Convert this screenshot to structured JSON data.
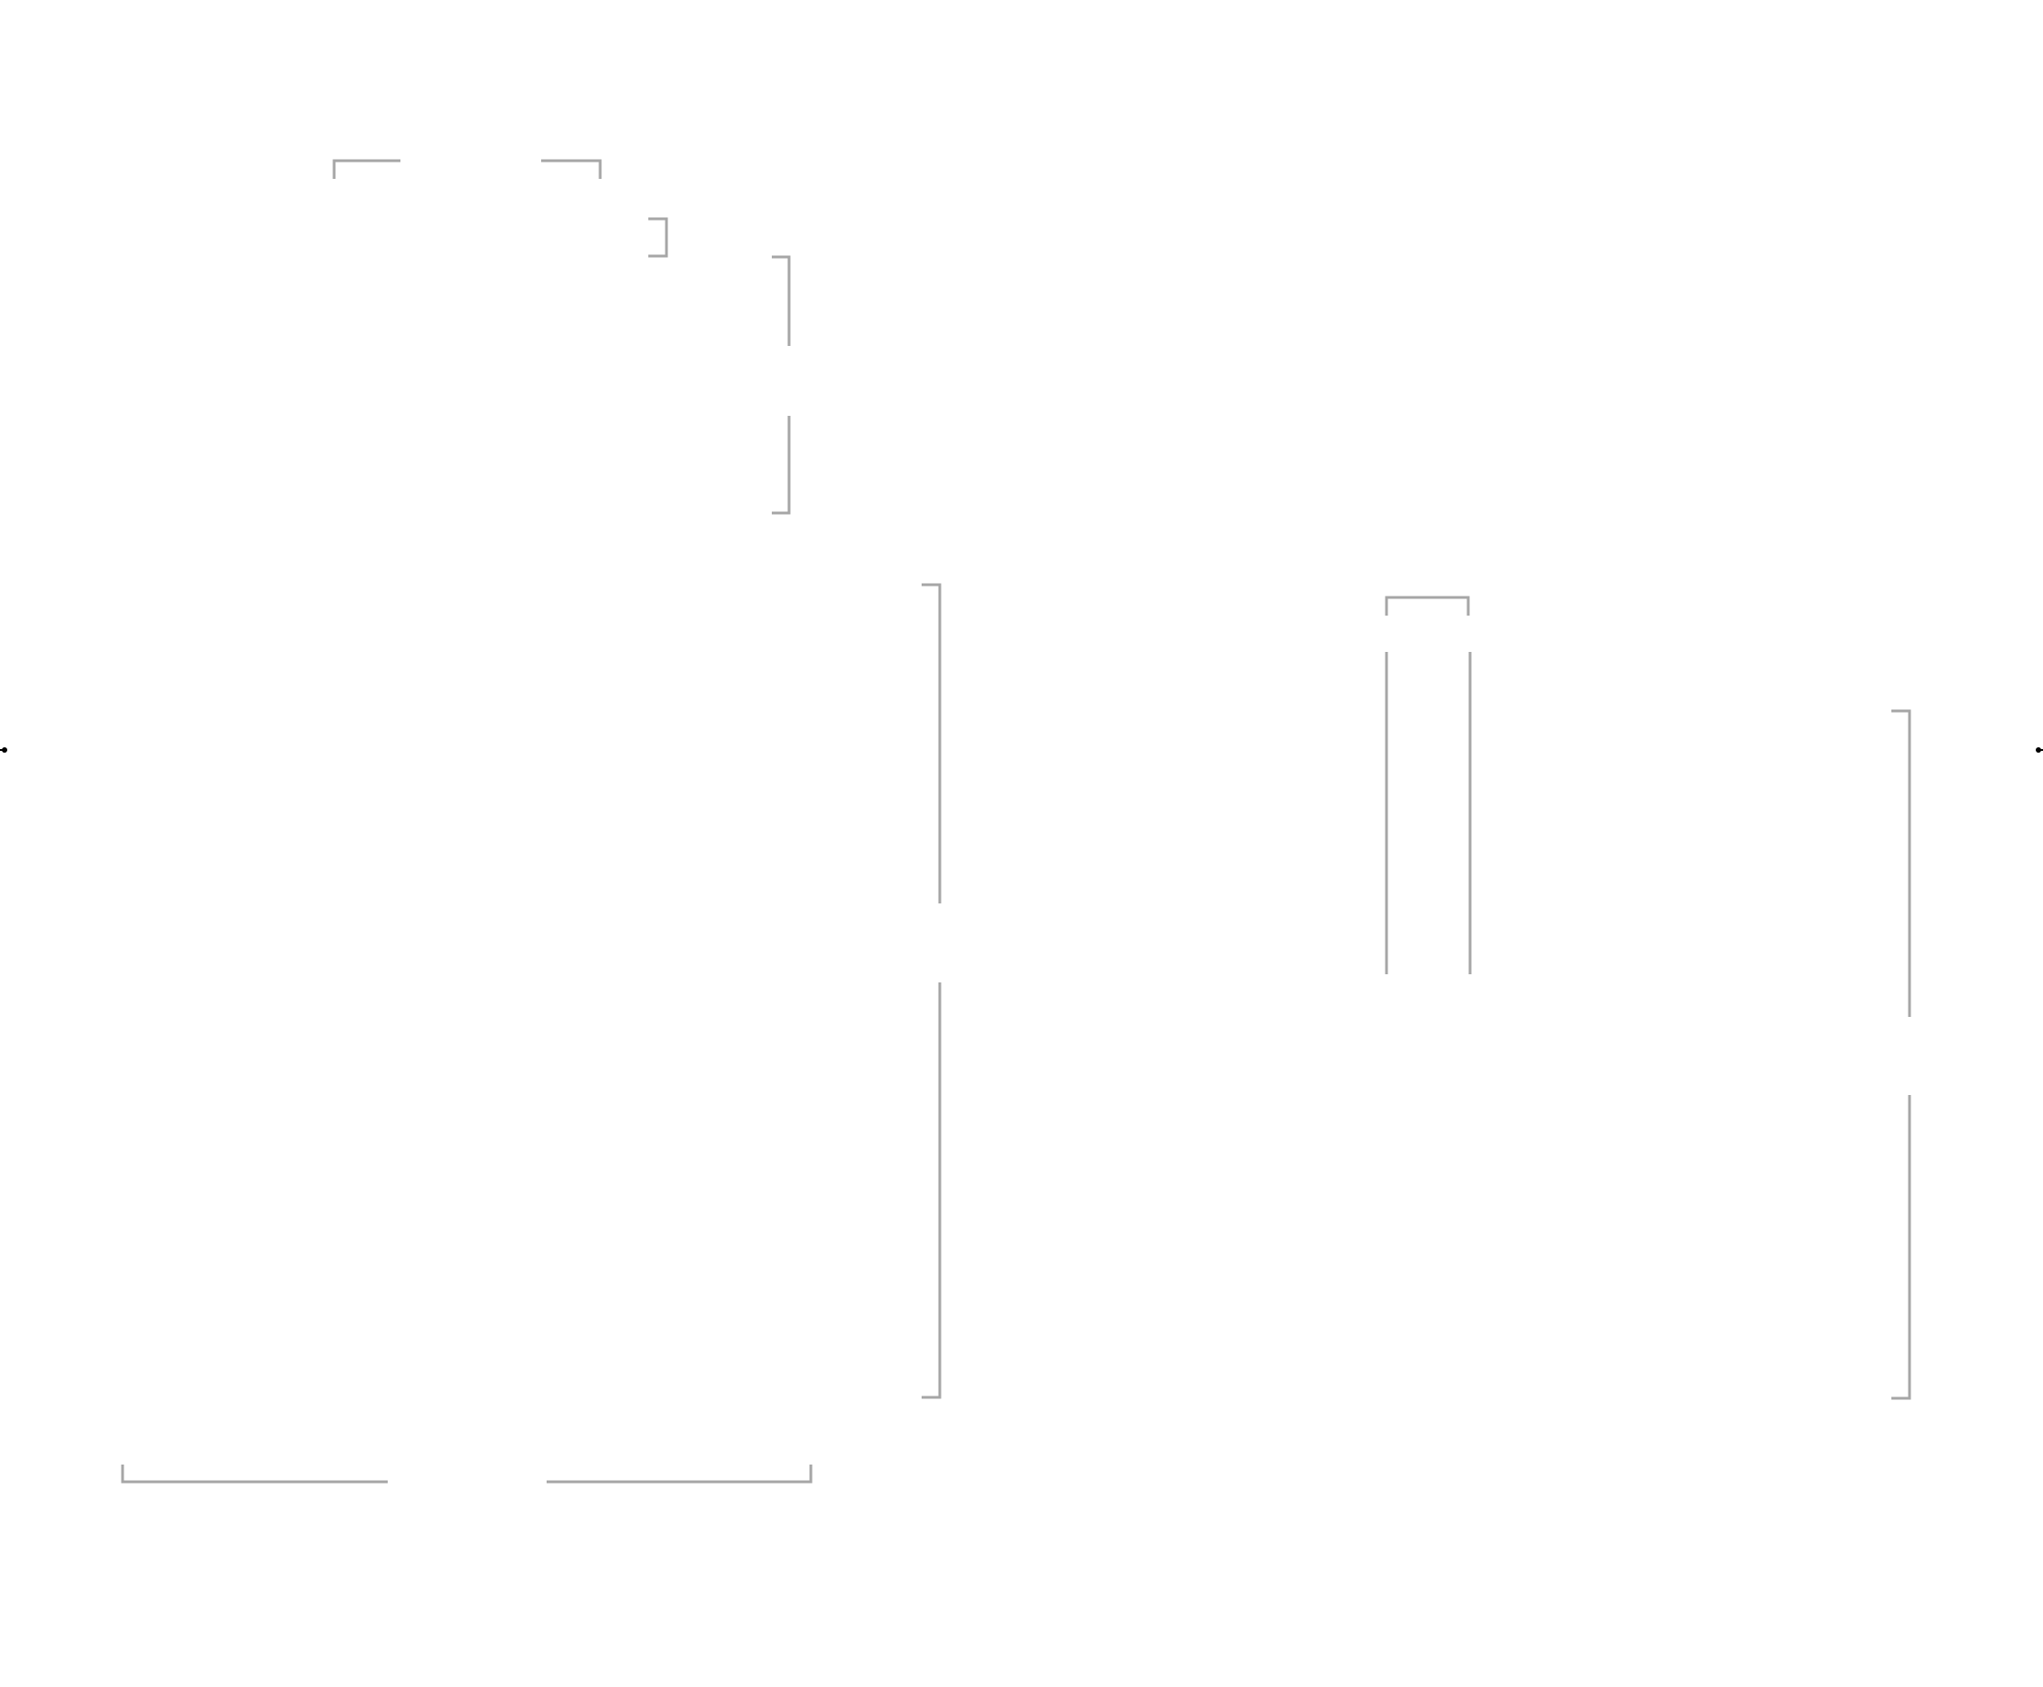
{
  "diagram": {
    "background": "#ffffff",
    "bracket_color": "#a6a6a6",
    "anchor_color": "#000000",
    "bracket_groups": [
      {
        "name": "bracket-group-top"
      },
      {
        "name": "bracket-group-upper-small"
      },
      {
        "name": "bracket-group-upper-right"
      },
      {
        "name": "bracket-group-middle-left"
      },
      {
        "name": "bracket-group-center-column"
      },
      {
        "name": "bracket-group-right"
      },
      {
        "name": "bracket-group-bottom"
      }
    ],
    "anchors": [
      {
        "name": "anchor-left"
      },
      {
        "name": "anchor-right"
      }
    ]
  }
}
